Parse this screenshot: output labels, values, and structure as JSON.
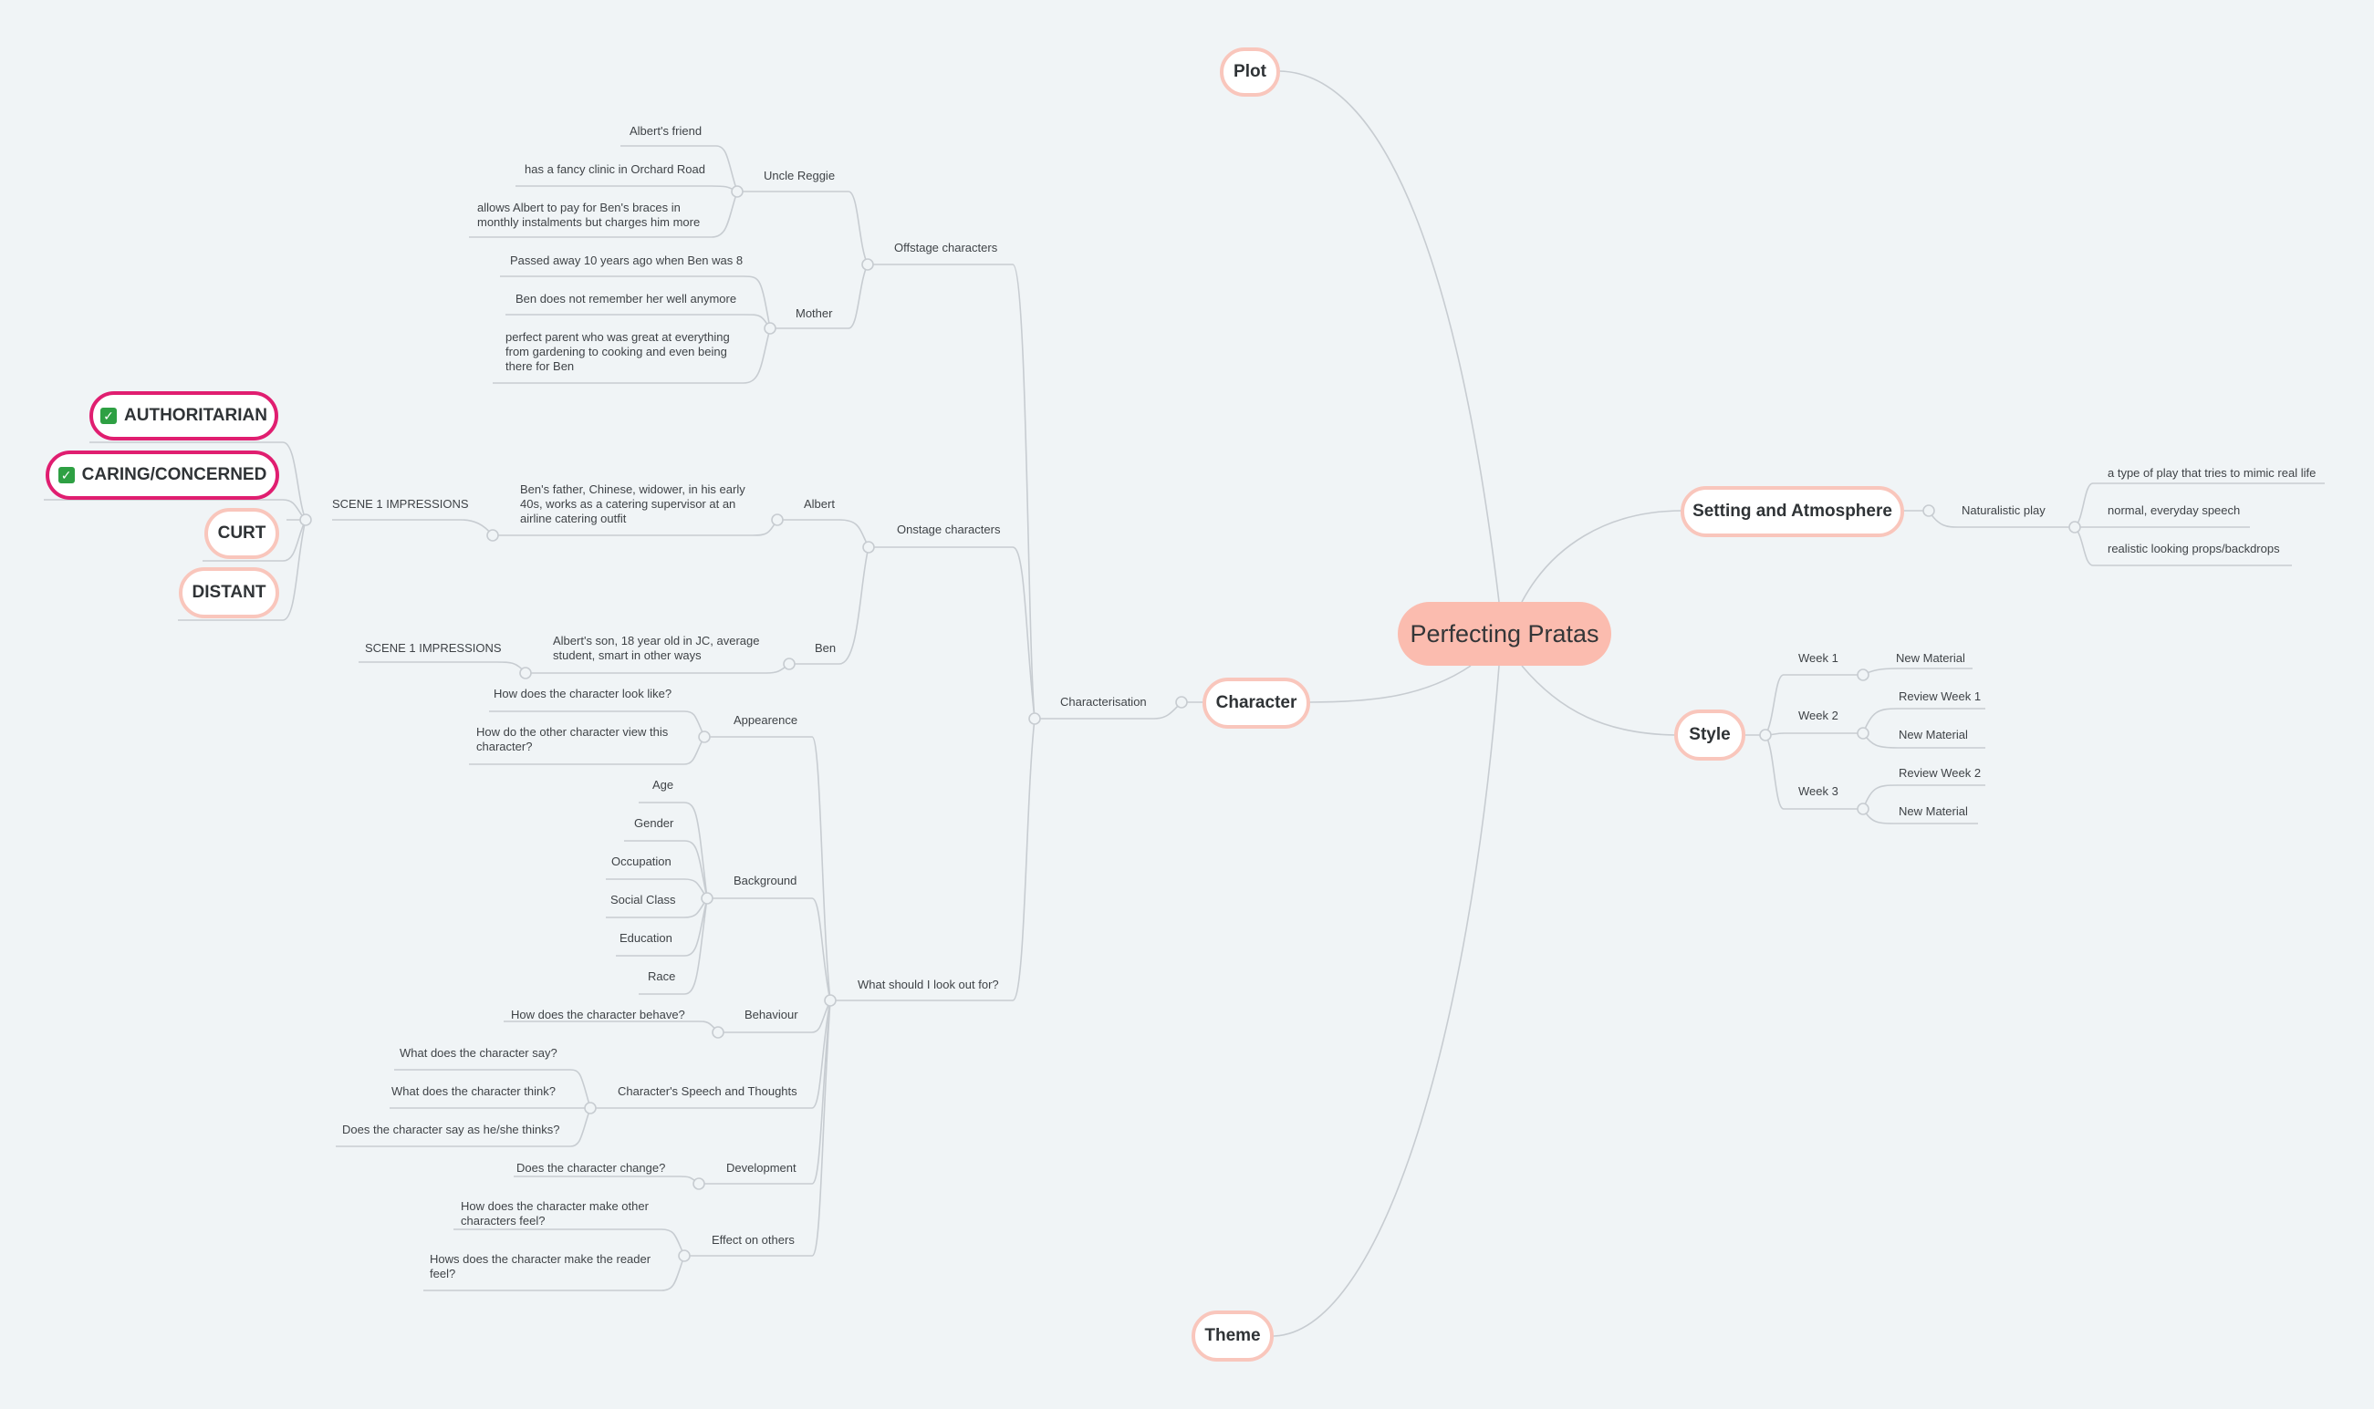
{
  "central": "Perfecting Pratas",
  "topics": {
    "plot": "Plot",
    "character": "Character",
    "theme": "Theme",
    "setting": "Setting and Atmosphere",
    "style": "Style"
  },
  "setting": {
    "naturalistic": "Naturalistic play",
    "items": [
      "a type of play that tries to mimic real life",
      "normal, everyday speech",
      "realistic looking props/backdrops"
    ]
  },
  "style": {
    "week1": "Week 1",
    "week1_items": [
      "New Material"
    ],
    "week2": "Week 2",
    "week2_items": [
      "Review Week 1",
      "New Material"
    ],
    "week3": "Week 3",
    "week3_items": [
      "Review Week 2",
      "New Material"
    ]
  },
  "character": {
    "characterisation": "Characterisation",
    "offstage": "Offstage characters",
    "uncle": "Uncle Reggie",
    "uncle_items": [
      "Albert's friend",
      "has a fancy clinic in Orchard Road",
      "allows Albert to pay for Ben's braces in monthly instalments but charges him more"
    ],
    "mother": "Mother",
    "mother_items": [
      "Passed away 10 years ago when Ben was 8",
      "Ben does not remember her well anymore",
      "perfect parent who was great at everything from gardening to cooking and even being there for Ben"
    ],
    "onstage": "Onstage characters",
    "albert": "Albert",
    "albert_desc": "Ben's father, Chinese, widower, in his early 40s, works as a catering supervisor at an airline catering outfit",
    "albert_scene": "SCENE 1 IMPRESSIONS",
    "impressions": [
      "AUTHORITARIAN",
      "CARING/CONCERNED",
      "CURT",
      "DISTANT"
    ],
    "ben": "Ben",
    "ben_desc": "Albert's son, 18 year old in JC, average student, smart in other ways",
    "ben_scene": "SCENE 1 IMPRESSIONS",
    "lookout": "What should I look out for?",
    "appearance": "Appearence",
    "appearance_items": [
      "How does the character look like?",
      "How do the other character view this character?"
    ],
    "background": "Background",
    "background_items": [
      "Age",
      "Gender",
      "Occupation",
      "Social Class",
      "Education",
      "Race"
    ],
    "behaviour": "Behaviour",
    "behaviour_items": [
      "How does the character behave?"
    ],
    "speech": "Character's Speech and Thoughts",
    "speech_items": [
      "What does the character say?",
      "What does the character think?",
      "Does the character say as he/she thinks?"
    ],
    "development": "Development",
    "development_items": [
      "Does the character change?"
    ],
    "effect": "Effect on others",
    "effect_items": [
      "How does the character make other characters feel?",
      "Hows does the character make the reader feel?"
    ]
  },
  "colors": {
    "background": "#f0f4f6",
    "central_fill": "#fbbcaf",
    "topic_border": "#f9c6bc",
    "marked_border": "#e01e70",
    "line": "#c7ccd1"
  }
}
